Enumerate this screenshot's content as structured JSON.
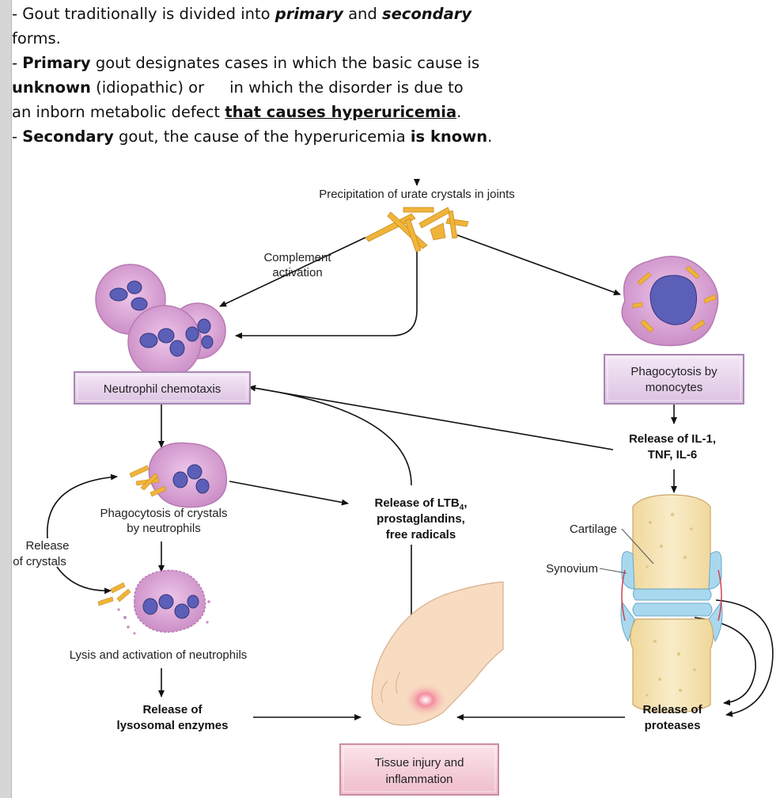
{
  "bullets": {
    "l1_pre": "- Gout traditionally is divided into ",
    "l1_primary": "primary",
    "l1_and": " and ",
    "l1_secondary": "secondary",
    "l2": "forms.",
    "l3_dash": "- ",
    "l3_bold": "Primary",
    "l3_rest": " gout designates cases in which the basic cause is",
    "l4_bold": "unknown",
    "l4_mid": " (idiopathic) or",
    "l4_rest": "in which the disorder is due to",
    "l5_pre": "an inborn metabolic defect ",
    "l5_bu": "that causes hyperuricemia",
    "l5_end": ".",
    "l6_dash": "- ",
    "l6_bold": "Secondary",
    "l6_mid": " gout, the cause of the hyperuricemia ",
    "l6_bold2": "is known",
    "l6_end": "."
  },
  "diagram": {
    "precipitation": "Precipitation of urate crystals in joints",
    "complement_1": "Complement",
    "complement_2": "activation",
    "neutrophil_chemotaxis": "Neutrophil chemotaxis",
    "phagocytosis_monocytes_1": "Phagocytosis by",
    "phagocytosis_monocytes_2": "monocytes",
    "release_il_1": "Release of IL-1,",
    "release_il_2": "TNF, IL-6",
    "ltb_1a": "Release of LTB",
    "ltb_1sub": "4",
    "ltb_1b": ",",
    "ltb_2": "prostaglandins,",
    "ltb_3": "free radicals",
    "phago_crystals_1": "Phagocytosis of crystals",
    "phago_crystals_2": "by neutrophils",
    "release_crystals_1": "Release",
    "release_crystals_2": "of crystals",
    "lysis": "Lysis and activation of neutrophils",
    "lysosomal_1": "Release of",
    "lysosomal_2": "lysosomal enzymes",
    "proteases_1": "Release of",
    "proteases_2": "proteases",
    "cartilage": "Cartilage",
    "synovium": "Synovium",
    "tissue_1": "Tissue injury and",
    "tissue_2": "inflammation"
  },
  "colors": {
    "box_fill": "#ead7ee",
    "box_border": "#a886b0",
    "tissue_box_fill": "#f6d3dc",
    "crystal": "#f0b43a",
    "cell": "#d9a4d6",
    "nucleus": "#5b5fb8",
    "bone": "#f4e3b4",
    "cartilage": "#a9d8ee",
    "foot": "#f7dcc2",
    "inflammation": "#e8506a"
  }
}
